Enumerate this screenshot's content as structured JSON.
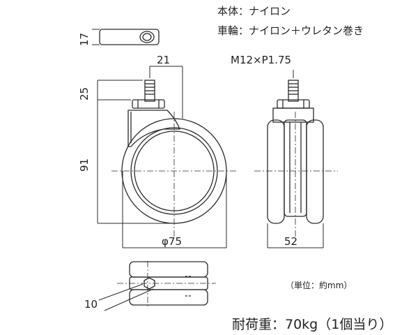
{
  "material": {
    "body": "本体：ナイロン",
    "wheel": "車輪：ナイロン＋ウレタン巻き"
  },
  "dimensions": {
    "d17": "17",
    "d21": "21",
    "d25": "25",
    "d91": "91",
    "d75": "φ75",
    "d52": "52",
    "d10": "10",
    "thread": "M12×P1.75"
  },
  "unit_note": "（単位：約mm）",
  "load_capacity": "耐荷重：70kg（1個当り）",
  "colors": {
    "line": "#2a2a2a",
    "fill": "#ffffff"
  }
}
